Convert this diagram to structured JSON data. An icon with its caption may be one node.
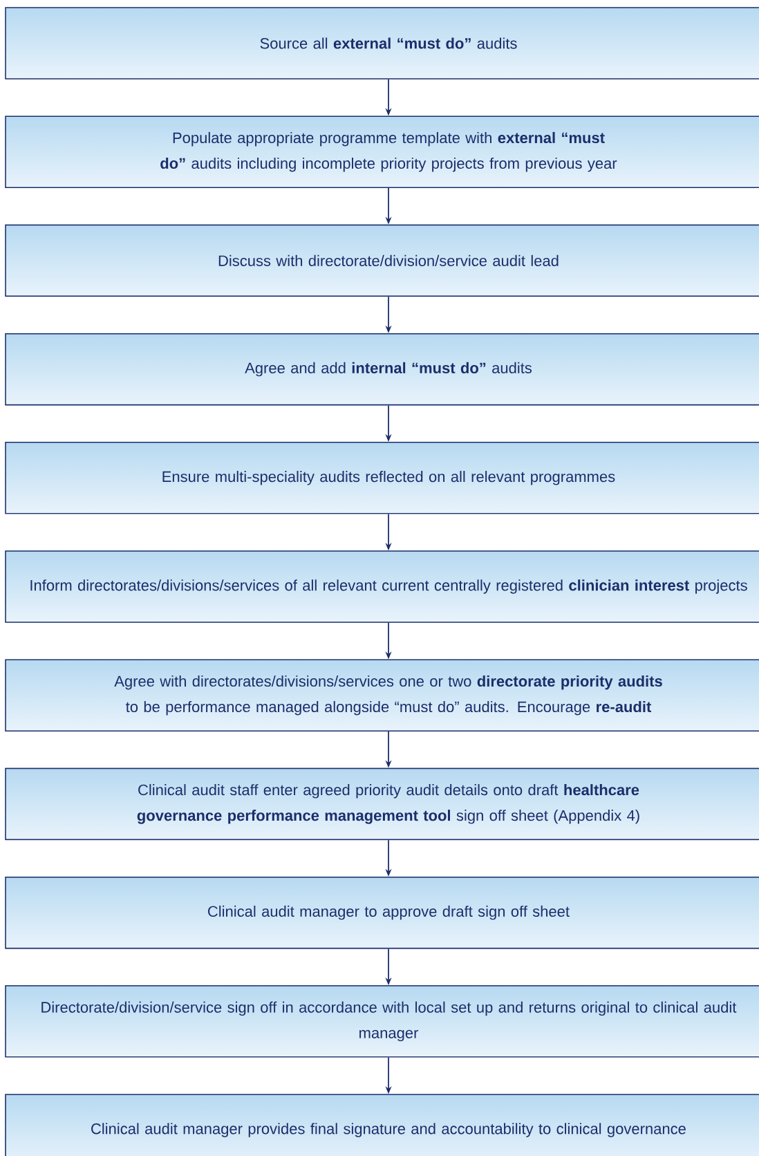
{
  "diagram": {
    "nodes": [
      {
        "text": [
          "Source all **external “must do”** audits"
        ]
      },
      {
        "text": [
          "Populate appropriate programme template with **external “must do”** audits including incomplete priority projects from previous year"
        ]
      },
      {
        "text": [
          "Discuss with directorate/division/service audit lead"
        ]
      },
      {
        "text": [
          "Agree and add **internal “must do”** audits"
        ]
      },
      {
        "text": [
          "Ensure multi-speciality audits reflected on all relevant programmes"
        ]
      },
      {
        "text": [
          "Inform directorates/divisions/services of all relevant current centrally registered **clinician interest** projects"
        ]
      },
      {
        "text": [
          "Agree with directorates/divisions/services one or two **directorate priority audits** to be performance managed alongside “must do” audits. Encourage **re-audit**"
        ]
      },
      {
        "text": [
          "Clinical audit staff enter agreed priority audit details onto draft **healthcare governance performance management tool** sign off sheet (Appendix 4)"
        ]
      },
      {
        "text": [
          "Clinical audit manager to approve draft sign off sheet"
        ]
      },
      {
        "text": [
          "Directorate/division/service sign off in accordance with local set up and returns original to clinical audit manager"
        ]
      },
      {
        "text": [
          "Clinical audit manager provides final signature and accountability to clinical governance"
        ]
      }
    ],
    "edges": [
      {
        "from": 0,
        "to": 1,
        "arrow": "to"
      },
      {
        "from": 1,
        "to": 2,
        "arrow": "to"
      },
      {
        "from": 2,
        "to": 3,
        "arrow": "to"
      },
      {
        "from": 3,
        "to": 4,
        "arrow": "to"
      },
      {
        "from": 4,
        "to": 5,
        "arrow": "to"
      },
      {
        "from": 5,
        "to": 6,
        "arrow": "to"
      },
      {
        "from": 6,
        "to": 7,
        "arrow": "to"
      },
      {
        "from": 7,
        "to": 8,
        "arrow": "to"
      },
      {
        "from": 8,
        "to": 9,
        "arrow": "to"
      },
      {
        "from": 9,
        "to": 10,
        "arrow": "to"
      }
    ]
  }
}
